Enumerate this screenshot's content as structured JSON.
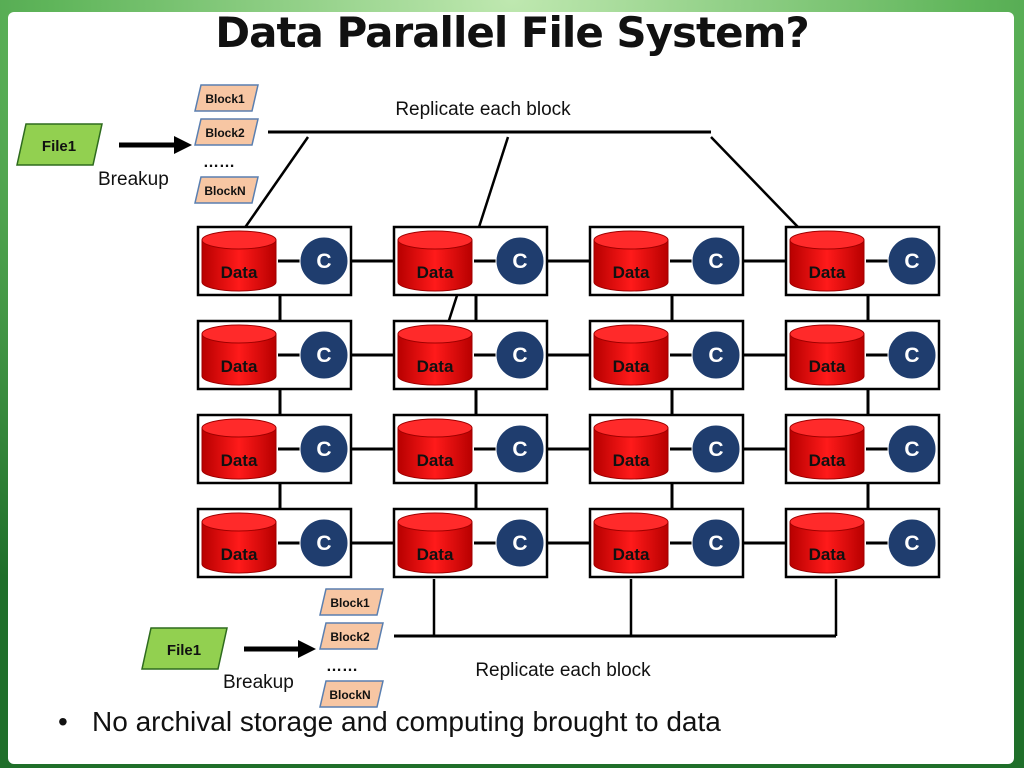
{
  "slide": {
    "title": "Data Parallel File System?",
    "bullet": "No archival storage and computing brought to data"
  },
  "top_flow": {
    "file_label": "File1",
    "breakup_label": "Breakup",
    "blocks": [
      "Block1",
      "Block2",
      "BlockN"
    ],
    "ellipsis": "……",
    "replicate_label": "Replicate each block"
  },
  "bottom_flow": {
    "file_label": "File1",
    "breakup_label": "Breakup",
    "blocks": [
      "Block1",
      "Block2",
      "BlockN"
    ],
    "ellipsis": "……",
    "replicate_label": "Replicate each block"
  },
  "grid": {
    "rows": 4,
    "cols": 4,
    "data_label": "Data",
    "compute_label": "C"
  },
  "colors": {
    "background_green": "#2f8a2f",
    "file_box": "#92d050",
    "block_box": "#f7c6a3",
    "data_cylinder": "#e60000",
    "compute_node": "#1f3d6e"
  }
}
